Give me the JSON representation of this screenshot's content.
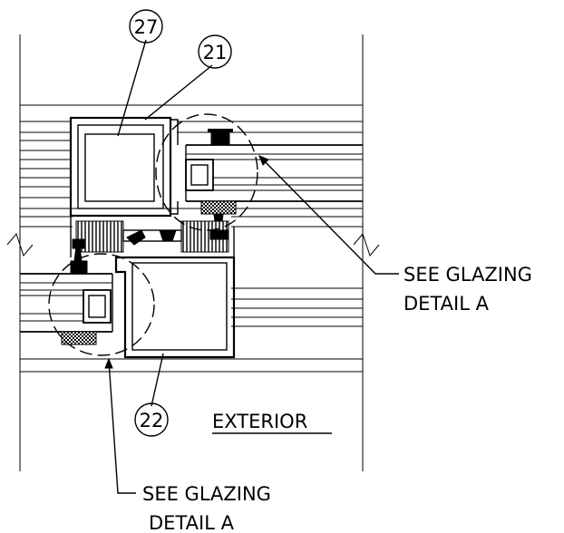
{
  "tags": {
    "t27": "27",
    "t21": "21",
    "t22": "22"
  },
  "callouts": {
    "right": {
      "line1": "SEE GLAZING",
      "line2": "DETAIL A"
    },
    "bottom": {
      "line1": "SEE GLAZING",
      "line2": "DETAIL A"
    }
  },
  "exterior_label": "EXTERIOR"
}
